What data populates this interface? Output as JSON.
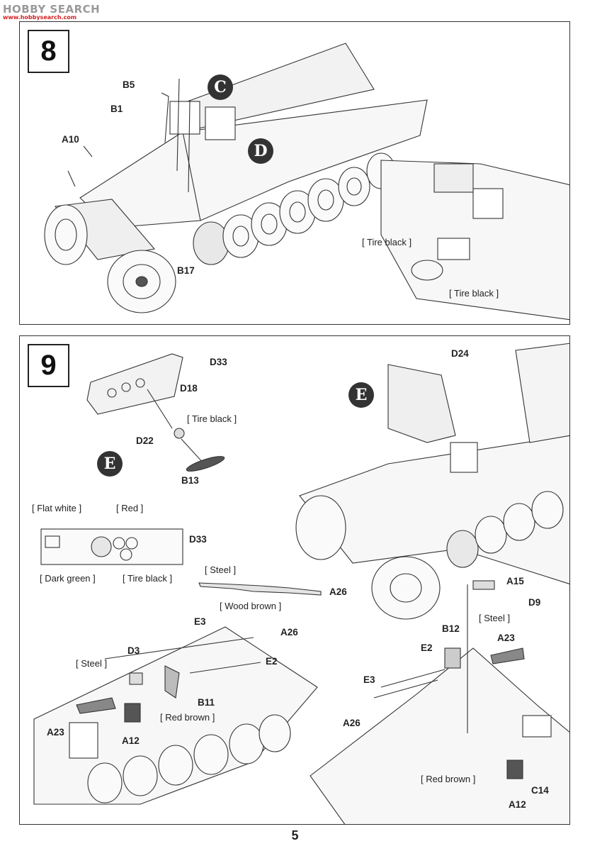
{
  "watermark": {
    "main": "HOBBY SEARCH",
    "sub": "www.hobbysearch.com"
  },
  "page_number": "5",
  "steps": [
    {
      "number": "8",
      "callouts": [
        "C",
        "D"
      ],
      "parts": [
        "B5",
        "B1",
        "A10",
        "B17"
      ],
      "paint_notes": [
        "[ Tire black ]",
        "[ Tire black ]"
      ]
    },
    {
      "number": "9",
      "callouts": [
        "E",
        "E"
      ],
      "parts": [
        "D24",
        "D33",
        "D18",
        "D22",
        "B13",
        "D33",
        "A26",
        "A15",
        "D9",
        "B12",
        "E2",
        "A23",
        "E3",
        "E3",
        "A26",
        "D3",
        "E2",
        "B11",
        "A23",
        "A12",
        "A26",
        "C14",
        "A12"
      ],
      "paint_notes": [
        "[ Tire black ]",
        "[ Flat white ]",
        "[ Red ]",
        "[ Dark green ]",
        "[ Tire black ]",
        "[ Steel ]",
        "[ Wood brown ]",
        "[ Steel ]",
        "[ Steel ]",
        "[ Red brown ]",
        "[ Red brown ]"
      ]
    }
  ]
}
